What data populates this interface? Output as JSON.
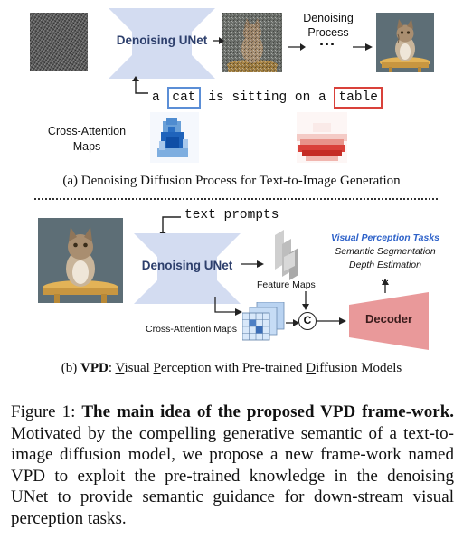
{
  "panel_a": {
    "unet_label": "Denoising UNet",
    "process_label_line1": "Denoising",
    "process_label_line2": "Process",
    "ellipsis": "···",
    "prompt_tokens": [
      "a",
      "cat",
      "is sitting on a",
      "table"
    ],
    "cross_attention_line1": "Cross-Attention",
    "cross_attention_line2": "Maps",
    "caption": "(a) Denoising Diffusion Process for Text-to-Image Generation",
    "highlight_colors": {
      "cat": "#5b8ed6",
      "table": "#d9413a"
    }
  },
  "panel_b": {
    "text_prompts": "text prompts",
    "unet_label": "Denoising UNet",
    "feature_maps": "Feature Maps",
    "cross_attention_maps": "Cross-Attention Maps",
    "concat_symbol": "C",
    "decoder_label": "Decoder",
    "tasks_title": "Visual Perception Tasks",
    "tasks": [
      "Semantic Segmentation",
      "Depth Estimation",
      "..."
    ],
    "caption_prefix": "(b) ",
    "caption_bold": "VPD",
    "caption_rest_parts": [
      ": ",
      "V",
      "isual ",
      "P",
      "erception with Pre-trained ",
      "D",
      "iffusion Models"
    ],
    "colors": {
      "unet": "#d3dcf1",
      "decoder": "#e9999a",
      "tasks_title": "#2e62c9"
    }
  },
  "figure_caption": {
    "lead": "Figure 1: ",
    "bold": "The main idea of the proposed VPD frame-work.",
    "body": " Motivated by the compelling generative semantic of a text-to-image diffusion model, we propose a new frame-work named VPD to exploit the pre-trained knowledge in the denoising UNet to provide semantic guidance for down-stream visual perception tasks."
  }
}
